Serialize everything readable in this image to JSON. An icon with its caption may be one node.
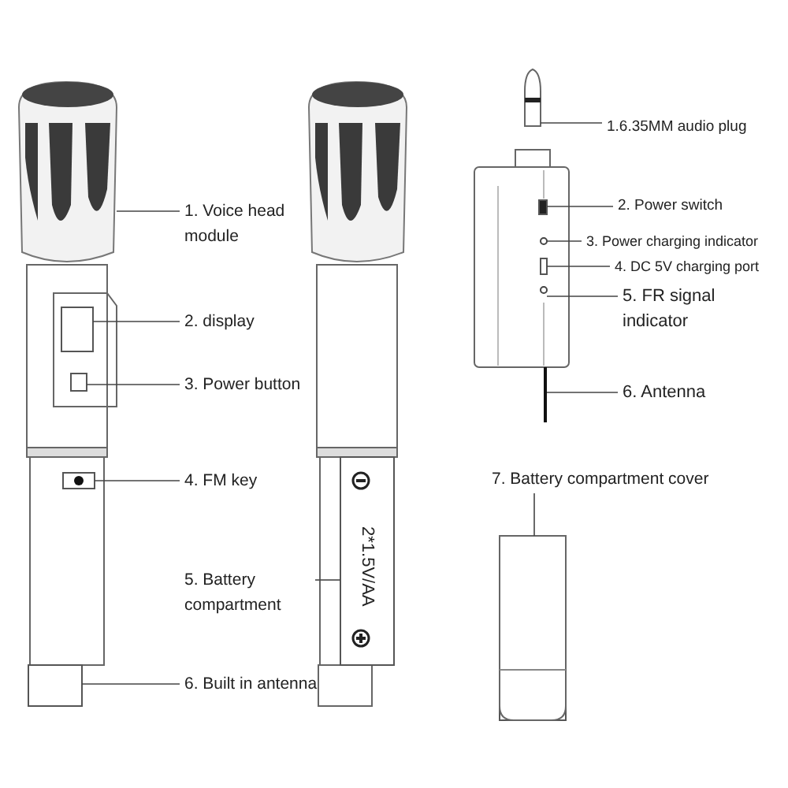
{
  "diagram": {
    "nodes": [
      {
        "text": [
          "1. Voice head module"
        ]
      },
      {
        "text": [
          "2. display"
        ]
      },
      {
        "text": [
          "3. Power button"
        ]
      },
      {
        "text": [
          "4. FM key"
        ]
      },
      {
        "text": [
          "5. Battery compartment"
        ]
      },
      {
        "text": [
          "6. Built in antenna"
        ]
      },
      {
        "text": [
          "1.6.35MM audio plug"
        ]
      },
      {
        "text": [
          "2. Power switch"
        ]
      },
      {
        "text": [
          "3. Power charging indicator"
        ]
      },
      {
        "text": [
          "4. DC 5V charging port"
        ]
      },
      {
        "text": [
          "5. FR signal indicator"
        ]
      },
      {
        "text": [
          "6. Antenna"
        ]
      },
      {
        "text": [
          "7. Battery compartment cover"
        ]
      },
      {
        "text": [],
        "shape": "picture"
      },
      {
        "text": [],
        "shape": "box"
      },
      {
        "text": [],
        "shape": "box"
      },
      {
        "text": [],
        "shape": "box"
      },
      {
        "text": [],
        "shape": "box"
      },
      {
        "text": [],
        "shape": "box"
      },
      {
        "text": [],
        "shape": "picture"
      },
      {
        "text": [],
        "shape": "box"
      },
      {
        "text": [],
        "shape": "circle"
      },
      {
        "text": [],
        "shape": "box"
      },
      {
        "text": [],
        "shape": "circle"
      },
      {
        "text": [],
        "shape": "bar"
      },
      {
        "text": [],
        "shape": "box"
      }
    ],
    "edges": [
      {
        "from": 0,
        "to": 13,
        "arrow": "none"
      },
      {
        "from": 1,
        "to": 14,
        "arrow": "none"
      },
      {
        "from": 2,
        "to": 15,
        "arrow": "none"
      },
      {
        "from": 3,
        "to": 16,
        "arrow": "none"
      },
      {
        "from": 4,
        "to": 17,
        "arrow": "none"
      },
      {
        "from": 5,
        "to": 18,
        "arrow": "none"
      },
      {
        "from": 6,
        "to": 19,
        "arrow": "none"
      },
      {
        "from": 7,
        "to": 20,
        "arrow": "none"
      },
      {
        "from": 8,
        "to": 21,
        "arrow": "none"
      },
      {
        "from": 9,
        "to": 22,
        "arrow": "none"
      },
      {
        "from": 10,
        "to": 23,
        "arrow": "none"
      },
      {
        "from": 11,
        "to": 24,
        "arrow": "none"
      },
      {
        "from": 12,
        "to": 25,
        "arrow": "none"
      }
    ],
    "labels": [
      "2*1.5V/AA"
    ]
  }
}
